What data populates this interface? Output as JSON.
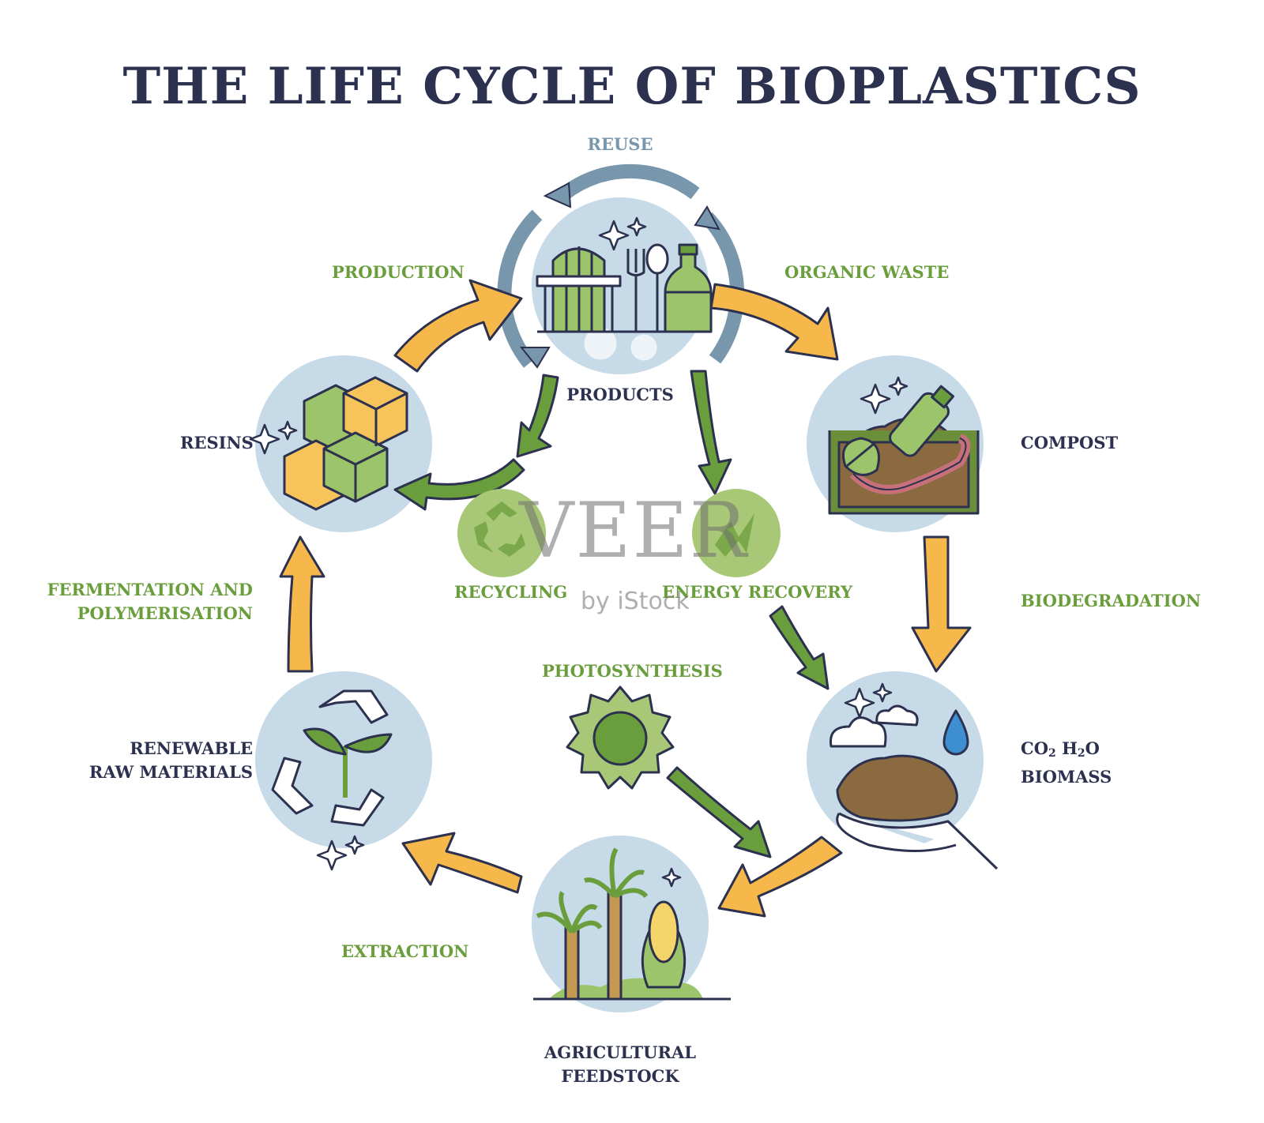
{
  "title": "THE LIFE CYCLE OF BIOPLASTICS",
  "stages": {
    "products": "PRODUCTS",
    "compost": "COMPOST",
    "biomass_line1_co": "CO",
    "biomass_line1_co_sub": "2",
    "biomass_line1_h": "H",
    "biomass_line1_h_sub": "2",
    "biomass_line1_o": "O",
    "biomass_line2": "BIOMASS",
    "agricultural_line1": "AGRICULTURAL",
    "agricultural_line2": "FEEDSTOCK",
    "renewable_line1": "RENEWABLE",
    "renewable_line2": "RAW MATERIALS",
    "resins": "RESINS"
  },
  "processes": {
    "reuse": "REUSE",
    "production": "PRODUCTION",
    "organic_waste": "ORGANIC WASTE",
    "biodegradation": "BIODEGRADATION",
    "extraction": "EXTRACTION",
    "fermentation_line1": "FERMENTATION AND",
    "fermentation_line2": "POLYMERISATION",
    "recycling": "RECYCLING",
    "energy_recovery": "ENERGY RECOVERY",
    "photosynthesis": "PHOTOSYNTHESIS"
  },
  "watermark": {
    "brand": "VEER",
    "sub": "by iStock"
  },
  "colors": {
    "dark": "#2c3150",
    "green": "#6a9e3c",
    "blue": "#7896ac",
    "yellow_arrow": "#f7b84b",
    "circle_bg": "#c6dae8"
  }
}
